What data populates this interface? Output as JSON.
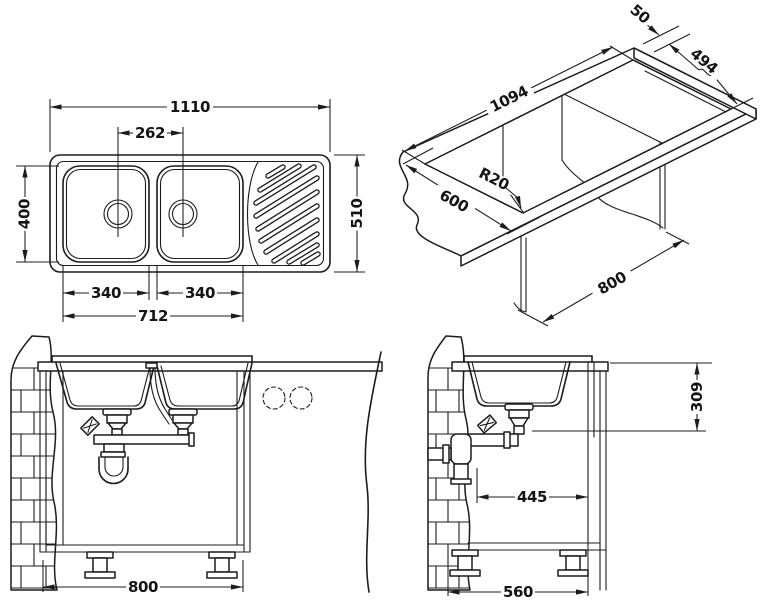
{
  "drawing": {
    "kind": "technical-drawing",
    "subject": "kitchen sink with double bowl and drainer — installation dimensions",
    "line_color": "#1c1c1c",
    "background_color": "#ffffff"
  },
  "views": {
    "plan": {
      "dims": {
        "overall_length": "1110",
        "waste_centres": "262",
        "bowl_width": "400",
        "overall_depth": "510",
        "bowl1_length": "340",
        "bowl2_length": "340",
        "bowls_overall_length": "712"
      }
    },
    "isometric": {
      "dims": {
        "rim_to_cutout": "50",
        "cutout_depth": "494",
        "cutout_length": "1094",
        "corner_radius": "R20",
        "worktop_depth": "600",
        "support_depth": "800"
      }
    },
    "front_section": {
      "dims": {
        "cabinet_width": "800"
      }
    },
    "side_section": {
      "dims": {
        "outlet_height": "309",
        "outlet_offset": "445",
        "cabinet_depth": "560"
      }
    }
  }
}
